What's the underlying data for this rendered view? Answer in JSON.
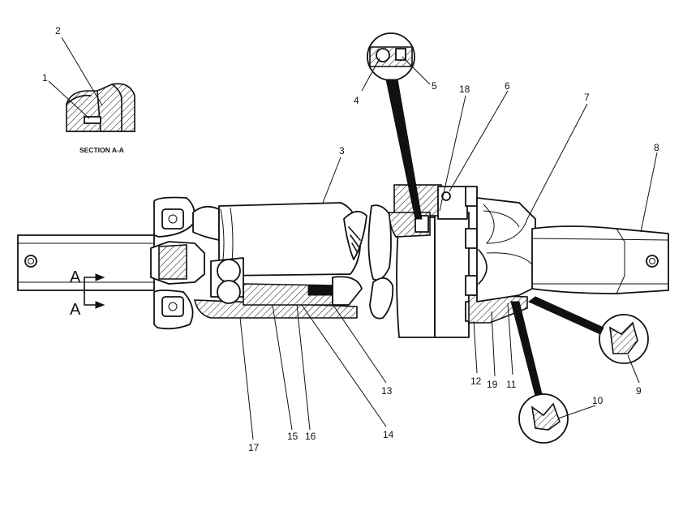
{
  "section_label": "SECTION A-A",
  "view_marker": "A",
  "callouts": {
    "c1": "1",
    "c2": "2",
    "c3": "3",
    "c4": "4",
    "c5": "5",
    "c6": "6",
    "c7": "7",
    "c8": "8",
    "c9": "9",
    "c10": "10",
    "c11": "11",
    "c12": "12",
    "c13": "13",
    "c14": "14",
    "c15": "15",
    "c16": "16",
    "c17": "17",
    "c18": "18",
    "c19": "19"
  }
}
